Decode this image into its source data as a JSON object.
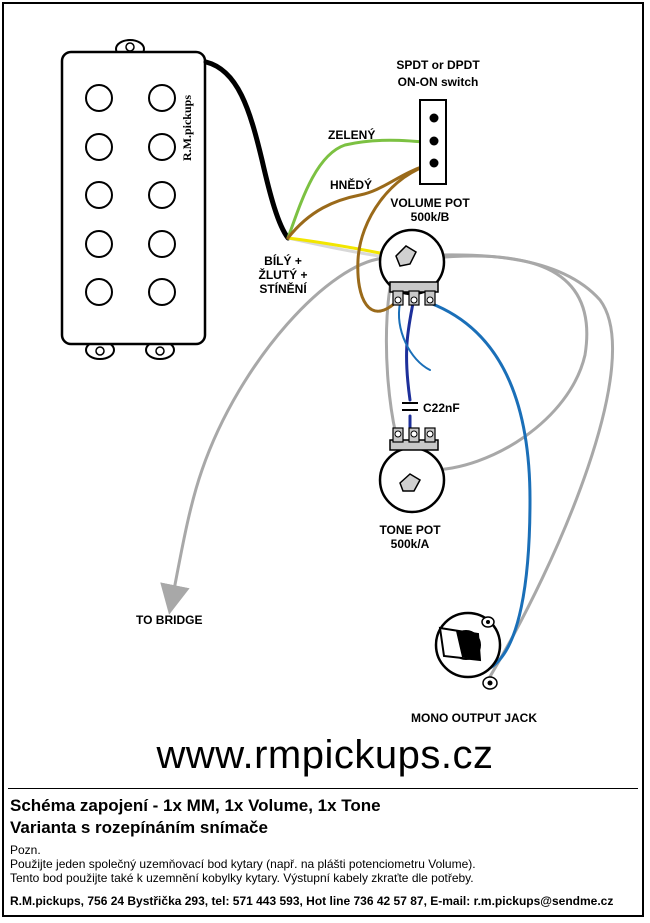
{
  "switch": {
    "title_line1": "SPDT or DPDT",
    "title_line2": "ON-ON switch"
  },
  "wires": {
    "green": "ZELENÝ",
    "brown": "HNĚDÝ",
    "bundle_line1": "BÍLÝ +",
    "bundle_line2": "ŽLUTÝ +",
    "bundle_line3": "STÍNĚNÍ"
  },
  "pickup": {
    "brand": "R.M.pickups"
  },
  "volume_pot": {
    "line1": "VOLUME POT",
    "line2": "500k/B"
  },
  "capacitor": {
    "label": "C22nF"
  },
  "tone_pot": {
    "line1": "TONE POT",
    "line2": "500k/A"
  },
  "bridge": {
    "label": "TO BRIDGE"
  },
  "jack": {
    "label": "MONO OUTPUT JACK"
  },
  "website": "www.rmpickups.cz",
  "caption": {
    "title1": "Schéma zapojení - 1x MM, 1x Volume, 1x Tone",
    "title2": "Varianta s rozepínáním snímače",
    "note_heading": "Pozn.",
    "note1": "Použijte jeden společný uzemňovací bod kytary (např. na plášti potenciometru Volume).",
    "note2": "Tento bod použijte také k uzemnění kobylky kytary. Výstupní kabely zkraťte dle potřeby."
  },
  "footer": "R.M.pickups, 756 24 Bystřička 293, tel: 571 443 593, Hot line 736 42 57 87, E-mail: r.m.pickups@sendme.cz",
  "colors": {
    "green_wire": "#7cc142",
    "brown_wire": "#9a6a1a",
    "yellow_wire": "#f2e600",
    "grey_wire": "#a8a8a8",
    "blue_wire": "#1a6fb8",
    "dark_blue_wire": "#1d2f9a",
    "pot_body": "#c8c8c8"
  }
}
